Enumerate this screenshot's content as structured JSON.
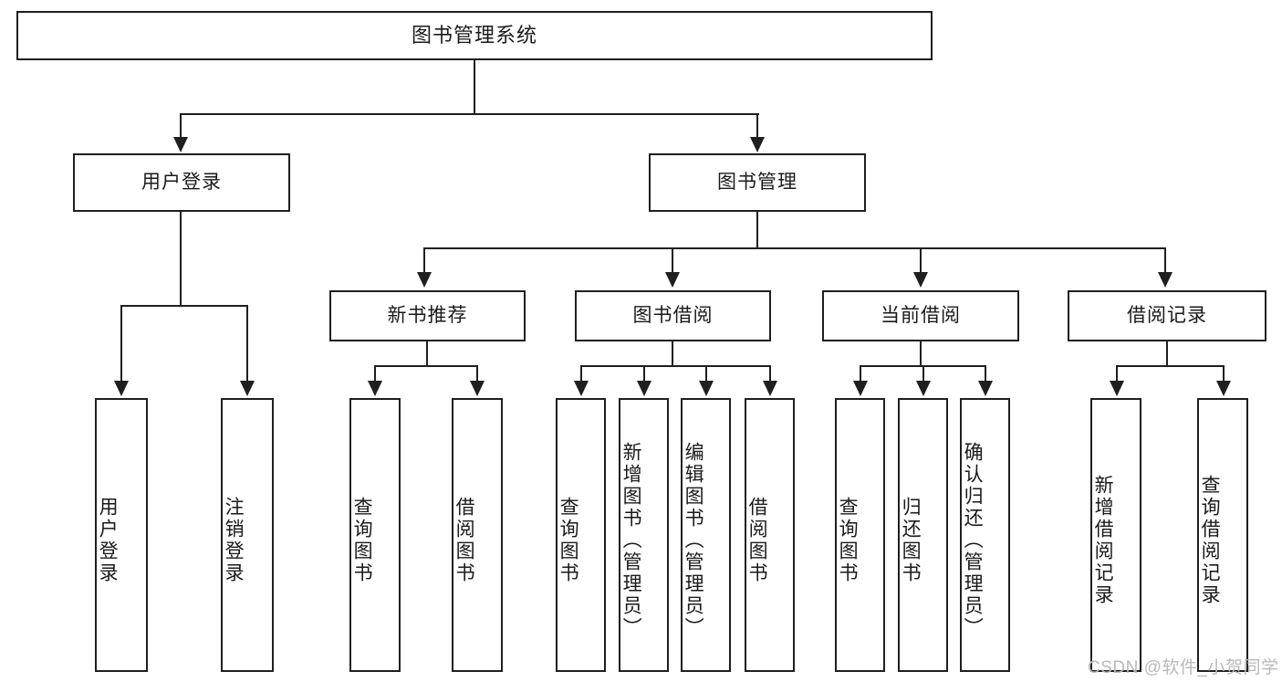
{
  "diagram": {
    "title": "图书管理系统",
    "type": "tree-hierarchy",
    "root": {
      "id": "root",
      "label": "图书管理系统"
    },
    "level2": [
      {
        "id": "user-login",
        "label": "用户登录"
      },
      {
        "id": "book-manage",
        "label": "图书管理"
      }
    ],
    "level3": [
      {
        "id": "new-book-recommend",
        "label": "新书推荐"
      },
      {
        "id": "book-borrow",
        "label": "图书借阅"
      },
      {
        "id": "current-borrow",
        "label": "当前借阅"
      },
      {
        "id": "borrow-record",
        "label": "借阅记录"
      }
    ],
    "leaves": {
      "user_login": [
        {
          "id": "leaf-user-login",
          "label": "用户登录"
        },
        {
          "id": "leaf-logout-login",
          "label": "注销登录"
        }
      ],
      "new_book_recommend": [
        {
          "id": "leaf-query-book-1",
          "label": "查询图书"
        },
        {
          "id": "leaf-borrow-book-1",
          "label": "借阅图书"
        }
      ],
      "book_borrow": [
        {
          "id": "leaf-query-book-2",
          "label": "查询图书"
        },
        {
          "id": "leaf-add-book",
          "label": "新增图书（管理员）"
        },
        {
          "id": "leaf-edit-book",
          "label": "编辑图书（管理员）"
        },
        {
          "id": "leaf-borrow-book-2",
          "label": "借阅图书"
        }
      ],
      "current_borrow": [
        {
          "id": "leaf-query-book-3",
          "label": "查询图书"
        },
        {
          "id": "leaf-return-book",
          "label": "归还图书"
        },
        {
          "id": "leaf-confirm-return",
          "label": "确认归还（管理员）"
        }
      ],
      "borrow_record": [
        {
          "id": "leaf-add-record",
          "label": "新增借阅记录"
        },
        {
          "id": "leaf-query-record",
          "label": "查询借阅记录"
        }
      ]
    }
  },
  "watermark": {
    "text": "CSDN @软件_小贺同学"
  },
  "colors": {
    "stroke": "#1f1f1f",
    "fill": "#ffffff",
    "text": "#1a1a1a",
    "watermark": "#b9b9b9"
  }
}
